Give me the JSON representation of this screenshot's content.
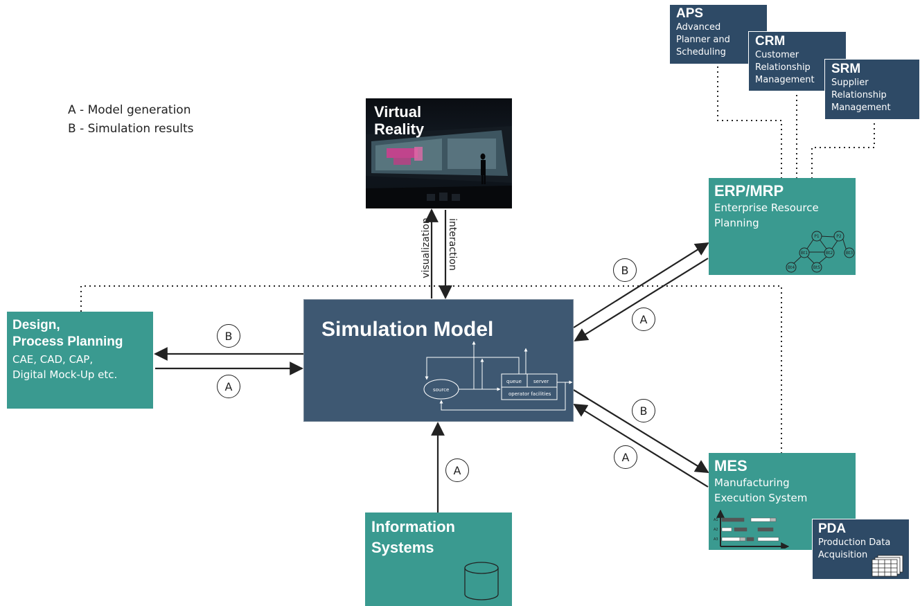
{
  "legend": {
    "a": "A - Model generation",
    "b": "B - Simulation results"
  },
  "nodes": {
    "simulation_model": {
      "title": "Simulation Model",
      "inset": {
        "source": "source",
        "queue": "queue",
        "server": "server",
        "operator_facilities": "operator facilities"
      }
    },
    "virtual_reality": {
      "title_line1": "Virtual",
      "title_line2": "Reality"
    },
    "design": {
      "title_line1": "Design,",
      "title_line2": "Process Planning",
      "sub_line1": "CAE, CAD, CAP,",
      "sub_line2": "Digital Mock-Up etc."
    },
    "erp": {
      "title": "ERP/MRP",
      "sub_line1": "Enterprise Resource",
      "sub_line2": "Planning",
      "graph_nodes": [
        "P1",
        "P2",
        "Bt1",
        "Bt2",
        "Bt3",
        "Bt4",
        "Bt5"
      ]
    },
    "aps": {
      "title": "APS",
      "sub_line1": "Advanced",
      "sub_line2": "Planner and",
      "sub_line3": "Scheduling"
    },
    "crm": {
      "title": "CRM",
      "sub_line1": "Customer",
      "sub_line2": "Relationship",
      "sub_line3": "Management"
    },
    "srm": {
      "title": "SRM",
      "sub_line1": "Supplier",
      "sub_line2": "Relationship",
      "sub_line3": "Management"
    },
    "mes": {
      "title": "MES",
      "sub_line1": "Manufacturing",
      "sub_line2": "Execution System",
      "gantt_rows": [
        "A1",
        "A2",
        "A3"
      ]
    },
    "pda": {
      "title": "PDA",
      "sub_line1": "Production Data",
      "sub_line2": "Acquisition"
    },
    "info": {
      "title_line1": "Information",
      "title_line2": "Systems"
    }
  },
  "edge_labels": {
    "a": "A",
    "b": "B",
    "visualization": "visualization",
    "interaction": "interaction"
  },
  "colors": {
    "teal": "#3a9a90",
    "navy": "#3e5872",
    "navy_dark": "#2e4a66",
    "arrow": "#222222"
  }
}
